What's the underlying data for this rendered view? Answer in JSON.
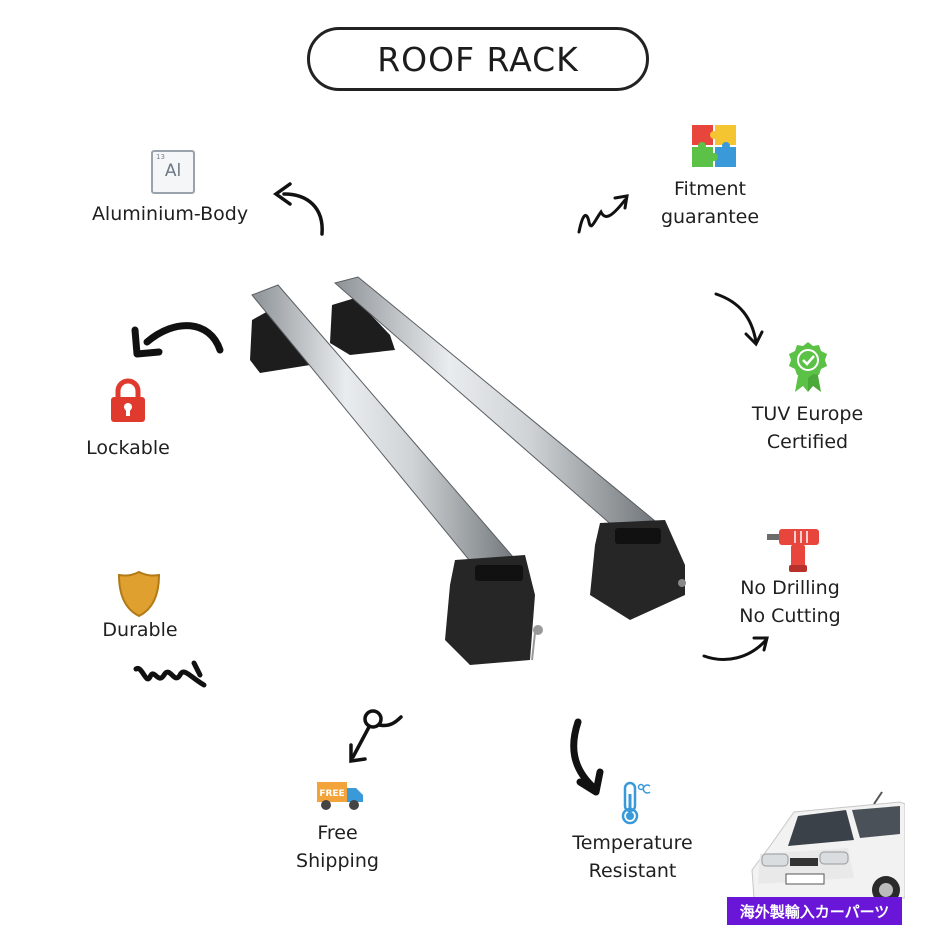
{
  "title": "ROOF RACK",
  "features": {
    "aluminium": "Aluminium-Body",
    "aluminium_icon_symbol": "Al",
    "aluminium_icon_number": "13",
    "fitment_line1": "Fitment",
    "fitment_line2": "guarantee",
    "lockable": "Lockable",
    "tuv_line1": "TUV Europe",
    "tuv_line2": "Certified",
    "drilling_line1": "No Drilling",
    "drilling_line2": "No Cutting",
    "durable": "Durable",
    "shipping_line1": "Free",
    "shipping_line2": "Shipping",
    "shipping_icon_text": "FREE",
    "temperature_line1": "Temperature",
    "temperature_line2": "Resistant"
  },
  "badge": "海外製輸入カーパーツ",
  "colors": {
    "text": "#1f1f1f",
    "lock": "#e03a2f",
    "shield": "#e0a030",
    "tuv_badge": "#5cc247",
    "drill": "#e8453c",
    "thermo": "#3a9ad9",
    "truck": "#f2a33a",
    "badge_bg": "#6a16d8"
  }
}
